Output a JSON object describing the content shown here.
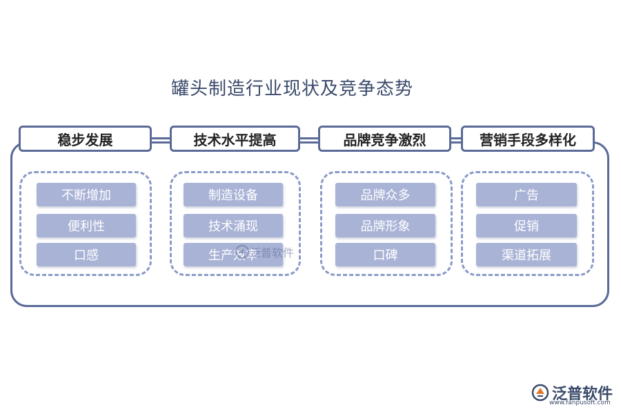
{
  "title": "罐头制造行业现状及竞争态势",
  "categories": [
    {
      "header": "稳步发展",
      "items": [
        "不断增加",
        "便利性",
        "口感"
      ]
    },
    {
      "header": "技术水平提高",
      "items": [
        "制造设备",
        "技术涌现",
        "生产效率"
      ]
    },
    {
      "header": "品牌竞争激烈",
      "items": [
        "品牌众多",
        "品牌形象",
        "口碑"
      ]
    },
    {
      "header": "营销手段多样化",
      "items": [
        "广告",
        "促销",
        "渠道拓展"
      ]
    }
  ],
  "watermark": {
    "text": "泛普软件"
  },
  "logo": {
    "text": "泛普软件",
    "url": "www.fanpusoft.com"
  },
  "colors": {
    "border": "#5a6a96",
    "item_fill": "#a9b3d6",
    "dashed": "#8a9ac8"
  }
}
